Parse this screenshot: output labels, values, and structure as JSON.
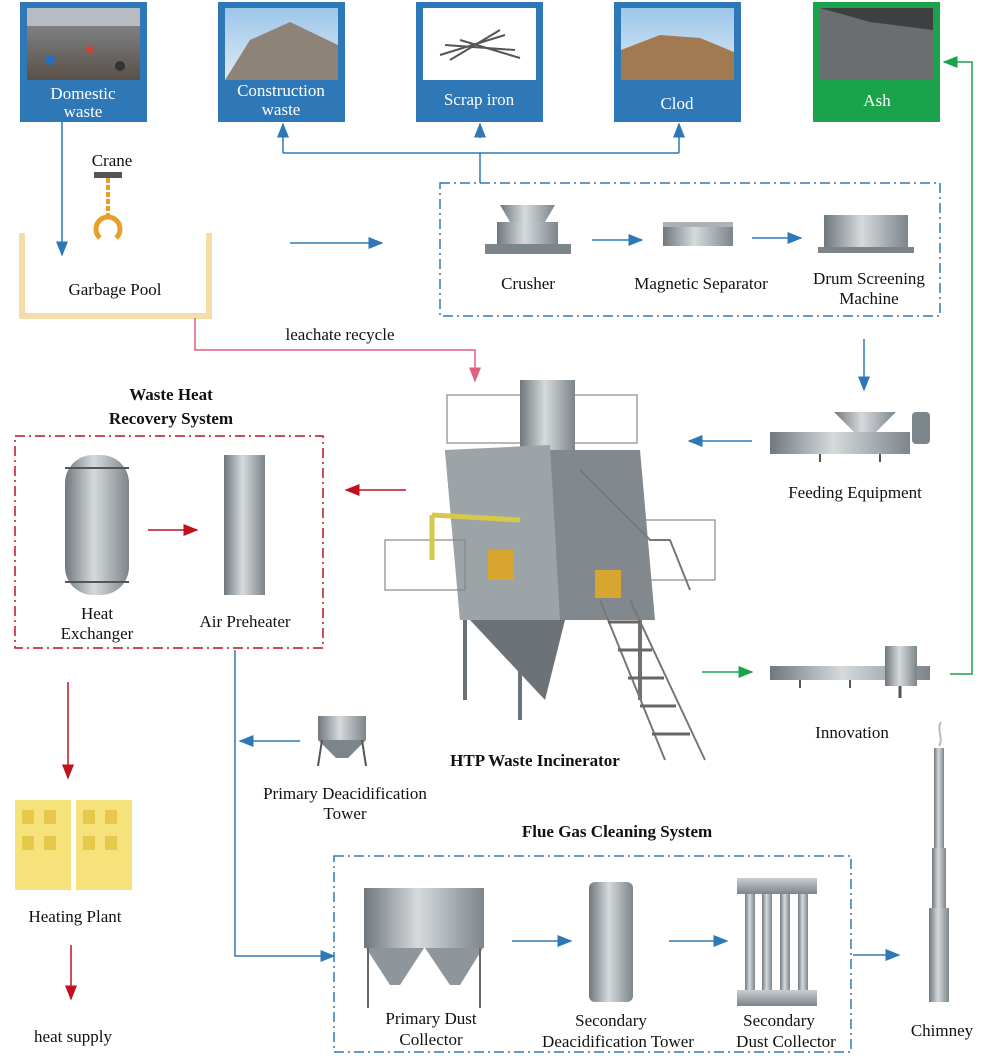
{
  "top_boxes": [
    {
      "id": "domestic",
      "lines": [
        "Domestic",
        "waste"
      ],
      "color": "#2f78b8"
    },
    {
      "id": "construction",
      "lines": [
        "Construction",
        "waste"
      ],
      "color": "#2f78b8"
    },
    {
      "id": "scrap",
      "lines": [
        "Scrap iron"
      ],
      "color": "#2f78b8"
    },
    {
      "id": "clod",
      "lines": [
        "Clod"
      ],
      "color": "#2f78b8"
    },
    {
      "id": "ash",
      "lines": [
        "Ash"
      ],
      "color": "#1aa34a"
    }
  ],
  "labels": {
    "crane": "Crane",
    "garbage_pool": "Garbage Pool",
    "leachate": "leachate recycle",
    "crusher": "Crusher",
    "magnetic": "Magnetic Separator",
    "drum_1": "Drum Screening",
    "drum_2": "Machine",
    "feeding": "Feeding Equipment",
    "innovation": "Innovation",
    "whr_1": "Waste Heat",
    "whr_2": "Recovery System",
    "hx_1": "Heat",
    "hx_2": "Exchanger",
    "air_preheater": "Air Preheater",
    "incinerator": "HTP Waste Incinerator",
    "pdt_1": "Primary Deacidification",
    "pdt_2": "Tower",
    "heating_plant": "Heating Plant",
    "heat_supply": "heat supply",
    "fgc": "Flue Gas Cleaning System",
    "pdc_1": "Primary Dust",
    "pdc_2": "Collector",
    "sdt_1": "Secondary",
    "sdt_2": "Deacidification Tower",
    "sdc_1": "Secondary",
    "sdc_2": "Dust Collector",
    "chimney": "Chimney"
  },
  "colors": {
    "blue_arrow": "#2f78b8",
    "red_arrow": "#c0111d",
    "green_arrow": "#1aa34a",
    "pink_arrow": "#e0607e",
    "equipment": "#9aa3a8"
  }
}
